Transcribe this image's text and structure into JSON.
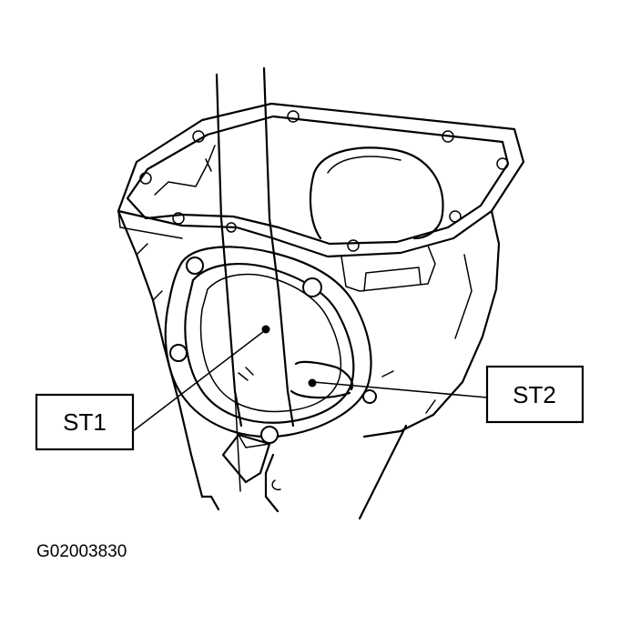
{
  "callouts": {
    "st1": "ST1",
    "st2": "ST2"
  },
  "figure_id": "G02003830"
}
